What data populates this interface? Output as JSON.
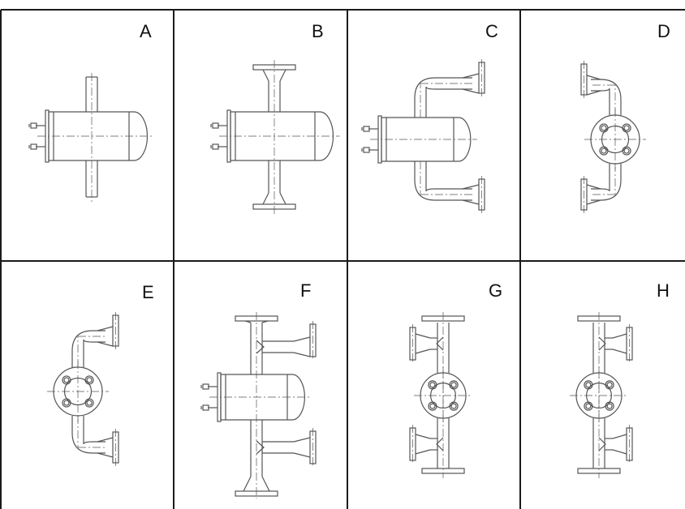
{
  "panels": [
    {
      "label": "A",
      "variant": "tank-stub-nozzles"
    },
    {
      "label": "B",
      "variant": "tank-flanged-nozzles"
    },
    {
      "label": "C",
      "variant": "tank-elbow-pipes-right"
    },
    {
      "label": "D",
      "variant": "flange-elbow-pipes-left"
    },
    {
      "label": "E",
      "variant": "flange-elbow-pipes-right"
    },
    {
      "label": "F",
      "variant": "tank-tee-branches-right"
    },
    {
      "label": "G",
      "variant": "flange-tee-branches-left"
    },
    {
      "label": "H",
      "variant": "flange-tee-branches-right"
    }
  ],
  "colors": {
    "line": "#555555",
    "border": "#1a1a1a",
    "background": "#ffffff"
  }
}
